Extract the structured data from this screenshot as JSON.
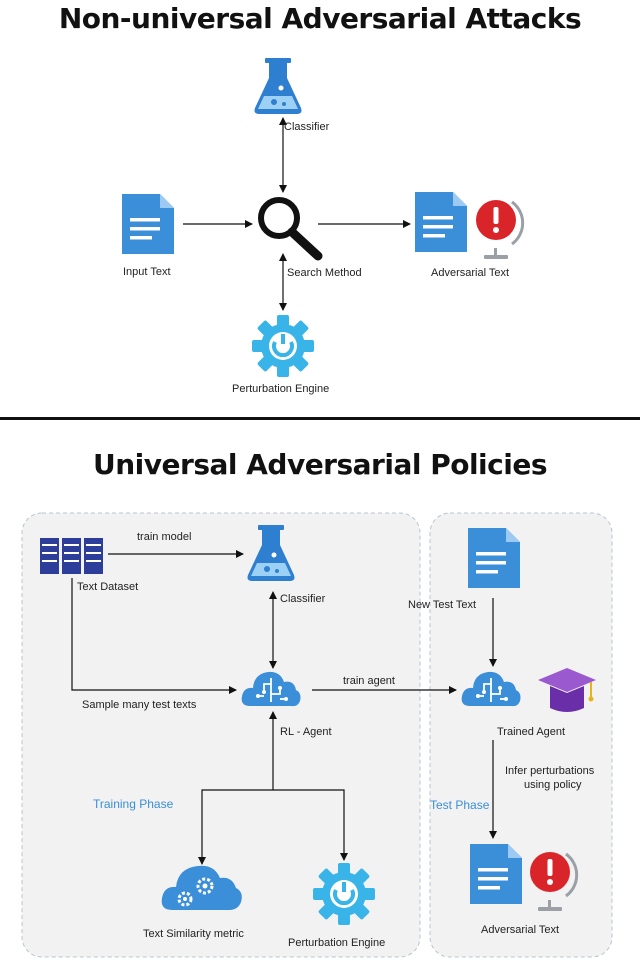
{
  "top_section": {
    "title": "Non-universal Adversarial Attacks",
    "nodes": {
      "classifier": "Classifier",
      "input_text": "Input Text",
      "search_method": "Search Method",
      "adversarial_text": "Adversarial Text",
      "perturbation_engine": "Perturbation Engine"
    }
  },
  "bottom_section": {
    "title": "Universal Adversarial Policies",
    "nodes": {
      "text_dataset": "Text Dataset",
      "classifier": "Classifier",
      "rl_agent": "RL - Agent",
      "text_similarity": "Text Similarity metric",
      "perturbation_engine": "Perturbation Engine",
      "new_test_text": "New Test Text",
      "trained_agent": "Trained Agent",
      "adversarial_text": "Adversarial Text"
    },
    "edges": {
      "train_model": "train model",
      "sample_tests": "Sample many test texts",
      "train_agent": "train agent",
      "infer_line1": "Infer perturbations",
      "infer_line2": "using policy"
    },
    "phases": {
      "training": "Training Phase",
      "test": "Test Phase"
    }
  },
  "colors": {
    "doc_blue": "#3b8ed8",
    "flask_blue": "#2f7fd0",
    "gear_blue": "#38b4e8",
    "cloud_blue": "#3b8ed8",
    "alert_red": "#d9252a",
    "cap_purple": "#7b3fb8",
    "panel_bg": "#f2f2f2",
    "panel_border": "#b8c4d0"
  },
  "icons": [
    "flask-icon",
    "document-icon",
    "magnifier-icon",
    "gear-icon",
    "alert-globe-icon",
    "database-icon",
    "brain-cloud-icon",
    "graduation-cap-icon",
    "gears-cloud-icon"
  ]
}
